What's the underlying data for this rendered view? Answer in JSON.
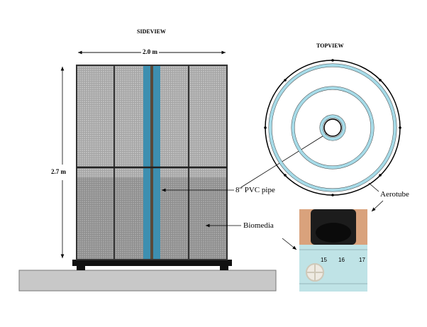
{
  "sideview": {
    "title": "SIDEVIEW",
    "width_label": "2.0 m",
    "height_label": "2.7 m",
    "pipe_label": "8\" PVC pipe",
    "biomedia_label": "Biomedia"
  },
  "topview": {
    "title": "TOPVIEW",
    "aerotube_label": "Aerotube"
  },
  "photo": {
    "ruler_numbers": [
      "15",
      "16",
      "17"
    ]
  },
  "colors": {
    "pipe": "#3d8fb0",
    "ring": "#a6dbe8",
    "mesh": "#b4b4b4",
    "mesh_lower": "#999999",
    "ground": "#c8c8c8"
  }
}
